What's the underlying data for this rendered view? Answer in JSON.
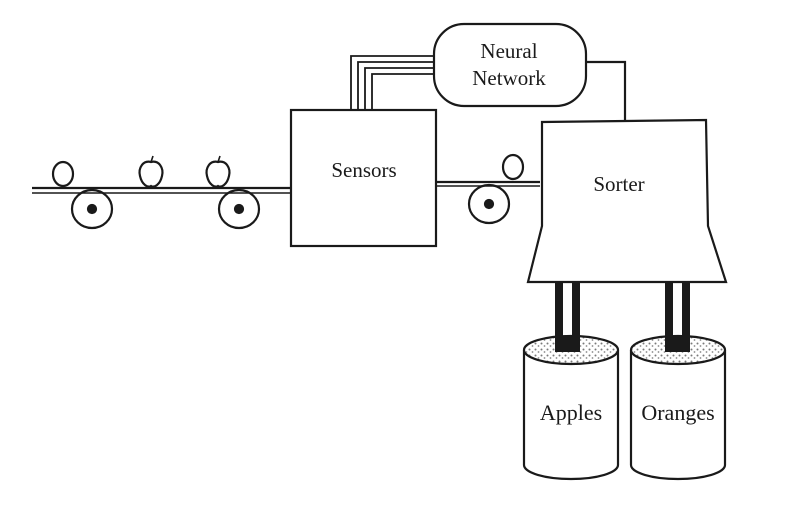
{
  "diagram": {
    "labels": {
      "neural_network_line1": "Neural",
      "neural_network_line2": "Network",
      "sensors": "Sensors",
      "sorter": "Sorter",
      "apples": "Apples",
      "oranges": "Oranges"
    },
    "colors": {
      "ink": "#1a1a1a",
      "background": "#ffffff",
      "fill_texture": "#9a9a9a"
    },
    "icons": [
      "apple-icon",
      "orange-icon",
      "roller-icon"
    ]
  }
}
